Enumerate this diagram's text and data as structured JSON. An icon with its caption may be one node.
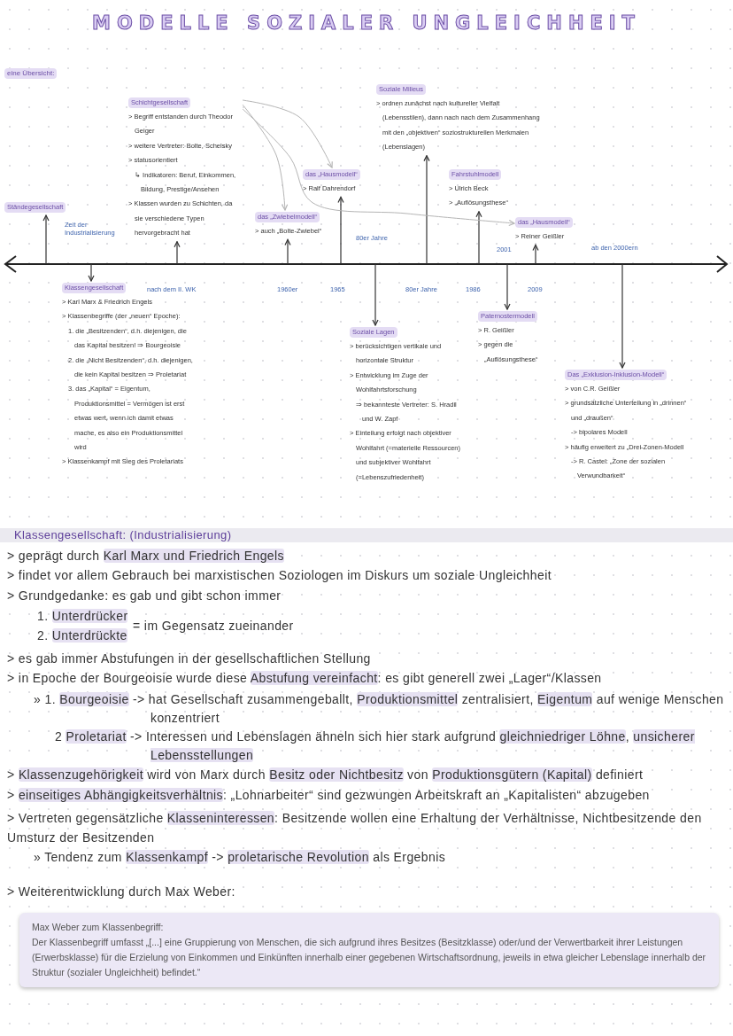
{
  "diagram": {
    "title": "MODELLE SOZIALER UNGLEICHHEIT",
    "nodes": [
      {
        "text": [
          "Schichtgesellschaft"
        ],
        "beside": [
          "> Begriff entstanden durch Theodor Geiger",
          "> weitere Vertreter: Bolte, Schelsky",
          "> statusorientiert",
          "↳ Indikatoren: Beruf, Einkommen, Bildung, Prestige/Ansehen",
          "> Klassen wurden zu Schichten, da sie verschiedene Typen hervorgebracht hat"
        ]
      },
      {
        "text": [
          "Soziale Milieus"
        ],
        "beside": [
          "> ordnen zunächst nach kultureller Vielfalt (Lebensstilen), dann nach nach dem Zusammenhang mit den „objektiven“ soziostrukturellen Merkmalen (Lebenslagen)"
        ]
      },
      {
        "text": [
          "das „Hausmodell“"
        ],
        "beside": [
          "> Ralf Dahrendorf"
        ]
      },
      {
        "text": [
          "Fahrstuhlmodell"
        ],
        "beside": [
          "> Ulrich Beck",
          "> „Auflösungsthese“"
        ]
      },
      {
        "text": [
          "Ständegesellschaft"
        ]
      },
      {
        "text": [
          "das „Zwiebelmodell“"
        ],
        "beside": [
          "> auch „Bolte-Zwiebel“"
        ]
      },
      {
        "text": [
          "das „Hausmodell“"
        ],
        "beside": [
          "> Reiner Geißler"
        ]
      },
      {
        "text": [
          "Klassengesellschaft"
        ],
        "beside": [
          "> Karl Marx & Friedrich Engels",
          "> Klassenbegriffe (der „neuen“ Epoche):",
          "1. die „Besitzenden“, d.h. diejenigen, die das Kapital besitzen! ⇒ Bourgeoisie",
          "2. die „Nicht Besitzenden“, d.h. diejenigen, die kein Kapital besitzen ⇒ Proletariat",
          "3. das „Kapital“ = Eigentum, Produktionsmittel = Vermögen ist erst etwas wert, wenn ich damit etwas mache, es also ein Produktionsmittel wird",
          "> Klassenkampf mit Sieg des Proletariats"
        ]
      },
      {
        "text": [
          "Paternostermodell"
        ],
        "beside": [
          "> R. Geißler",
          "> gegen die „Auflösungsthese“"
        ]
      },
      {
        "text": [
          "Soziale Lagen"
        ],
        "beside": [
          "> berücksichtigen vertikale und horizontale Struktur",
          "> Entwicklung im Zuge der Wohlfahrtsforschung",
          "⇒ bekannteste Vertreter: S. Hradil und W. Zapf",
          "> Einteilung erfolgt nach objektiver Wohlfahrt (=materielle Ressourcen) und subjektiver Wohlfahrt (=Lebenszufriedenheit)"
        ]
      },
      {
        "text": [
          "Das „Exklusion-Inklusion-Modell“"
        ],
        "beside": [
          "> von C.R. Geißler",
          "> grundsätzliche Unterteilung in „drinnen“ und „draußen“",
          "-> bipolares Modell",
          "> häufig erweitert zu „Drei-Zonen-Modell",
          "-> R. Castel: „Zone der sozialen Verwundbarkeit“"
        ]
      },
      {
        "text": [
          "Max Weber zum Klassenbegriff:",
          "Der Klassenbegriff umfasst „[...] eine Gruppierung von Menschen, die sich aufgrund ihres Besitzes (Besitzklasse) oder/und der Verwertbarkeit ihrer Leistungen (Erwerbsklasse) für die Erzielung von Einkommen und Einkünften innerhalb einer gegebenen Wirtschaftsordnung, jeweils in etwa gleicher Lebenslage innerhalb der Struktur (sozialer Ungleichheit) befindet.“"
        ]
      },
      {
        "text": [
          "eine Übersicht:"
        ]
      }
    ],
    "edges": [
      {
        "from": null,
        "to": 4,
        "arrow": "to"
      },
      {
        "from": null,
        "to": 7,
        "arrow": "to"
      },
      {
        "from": null,
        "to": 0,
        "arrow": "to"
      },
      {
        "from": null,
        "to": 5,
        "arrow": "to"
      },
      {
        "from": null,
        "to": 2,
        "arrow": "to"
      },
      {
        "from": null,
        "to": 9,
        "arrow": "to"
      },
      {
        "from": null,
        "to": 1,
        "arrow": "to"
      },
      {
        "from": null,
        "to": 3,
        "arrow": "to"
      },
      {
        "from": null,
        "to": 8,
        "arrow": "to"
      },
      {
        "from": null,
        "to": 6,
        "arrow": "to"
      },
      {
        "from": null,
        "to": 10,
        "arrow": "to"
      },
      {
        "from": 0,
        "to": 2,
        "arrow": "to",
        "color": "#b5b5b5"
      },
      {
        "from": 0,
        "to": 5,
        "arrow": "to",
        "color": "#b5b5b5"
      },
      {
        "from": 0,
        "to": 6,
        "arrow": "to",
        "color": "#b5b5b5"
      }
    ],
    "labels": [
      "Zeit der Industrialisierung",
      "80er Jahre",
      "ab den 2000ern",
      "2001",
      "nach dem II. WK",
      "1960er",
      "1965",
      "80er Jahre",
      "1986",
      "2009",
      "Klassengesellschaft: (Industrialisierung)",
      "> geprägt durch **Karl Marx und Friedrich Engels**",
      "> findet vor allem Gebrauch bei marxistischen Soziologen im Diskurs um soziale Ungleichheit",
      "> Grundgedanke: es gab und gibt schon immer",
      "1. **Unterdrücker**",
      "2. **Unterdrückte**",
      "= im Gegensatz zueinander",
      "> es gab immer Abstufungen in der gesellschaftlichen Stellung",
      "> in Epoche der Bourgeoisie wurde diese **Abstufung vereinfacht**: es gibt generell zwei „Lager“/Klassen",
      "» 1. **Bourgeoisie** -> hat Gesellschaft zusammengeballt, **Produktionsmittel** zentralisiert, **Eigentum** auf wenige Menschen konzentriert",
      "2 **Proletariat** -> Interessen und Lebenslagen ähneln sich hier stark aufgrund **gleichniedriger Löhne**, **unsicherer Lebensstellungen**",
      "> **Klassenzugehörigkeit** wird von Marx durch **Besitz oder Nichtbesitz** von **Produktionsgütern (Kapital)** definiert",
      "> **einseitiges Abhängigkeitsverhältnis**: „Lohnarbeiter“ sind gezwungen Arbeitskraft an „Kapitalisten“ abzugeben",
      "> Vertreten gegensätzliche **Klasseninteressen**: Besitzende wollen eine Erhaltung der Verhältnisse, Nichtbesitzende den Umsturz der Besitzenden",
      "» Tendenz zum **Klassenkampf** -> **proletarische Revolution** als Ergebnis",
      "> Weiterentwicklung durch Max Weber:"
    ]
  }
}
